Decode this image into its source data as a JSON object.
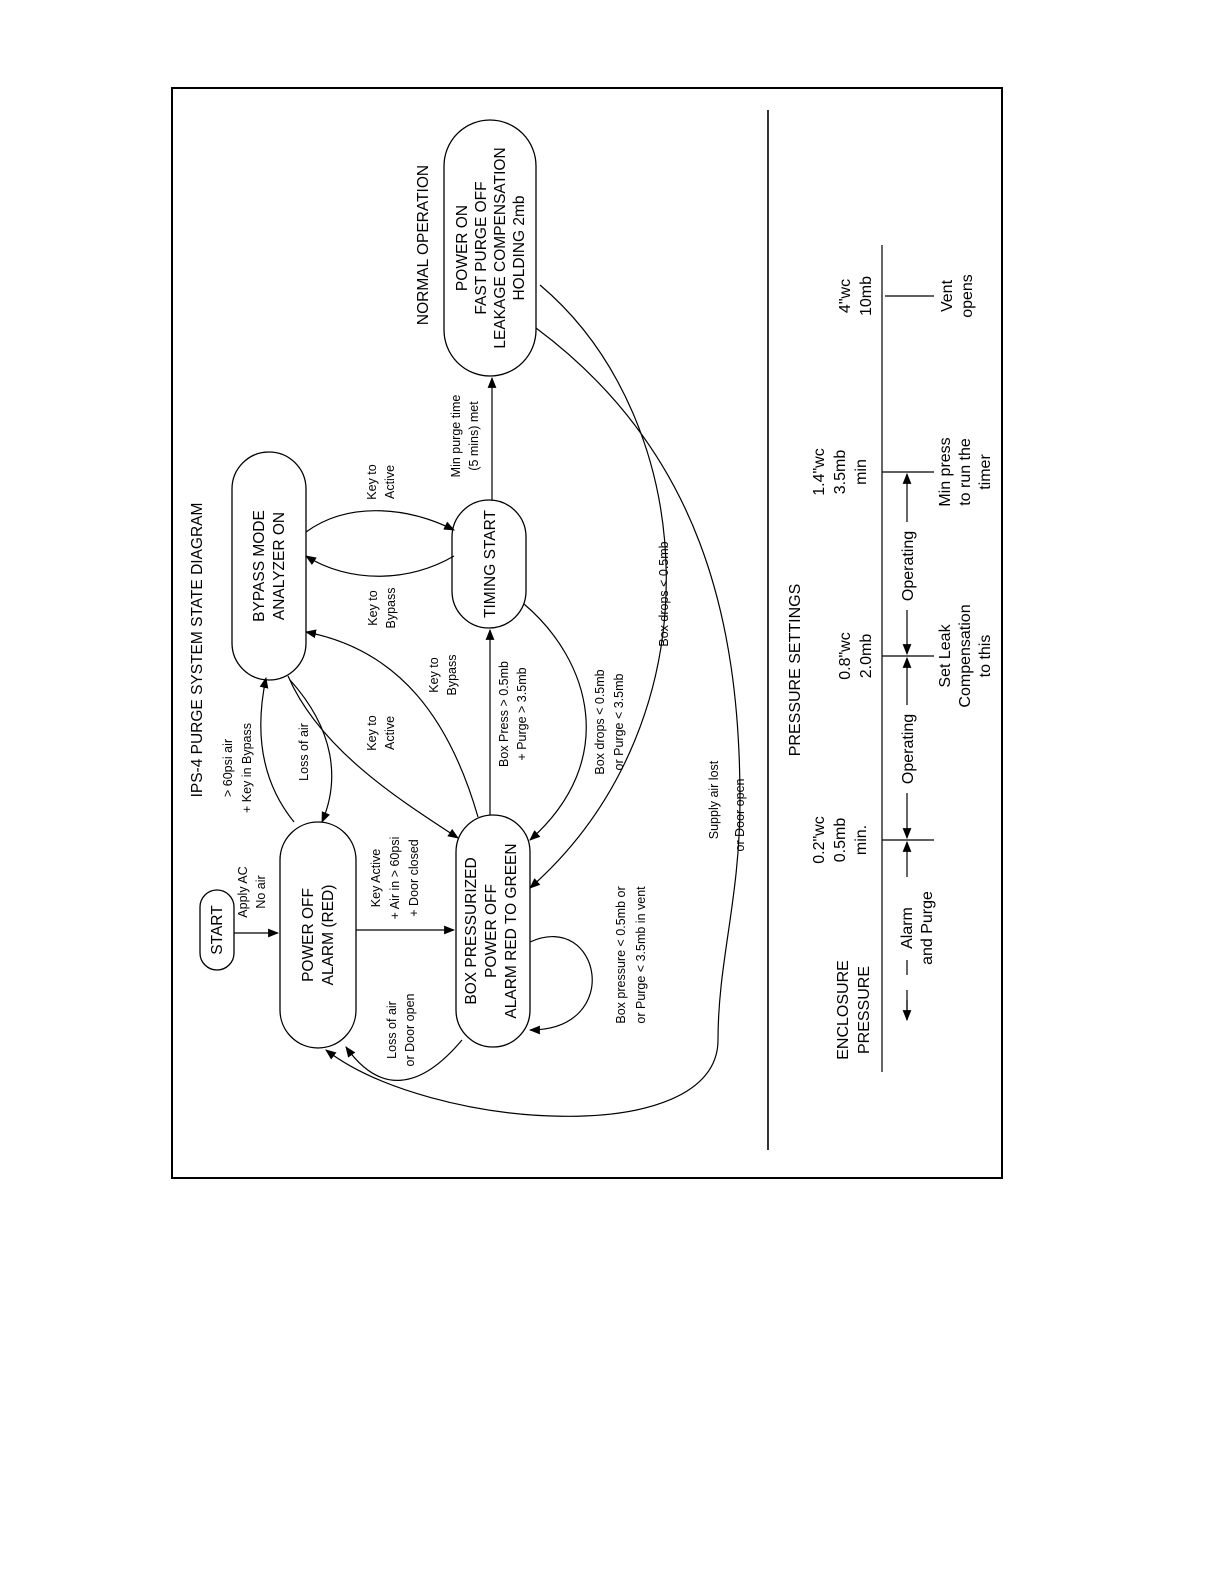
{
  "diagram": {
    "title": "IPS-4 PURGE SYSTEM STATE DIAGRAM",
    "normal_operation_heading": "NORMAL OPERATION",
    "states": {
      "start": "START",
      "power_off_alarm": [
        "POWER OFF",
        "ALARM (RED)"
      ],
      "bypass_mode": [
        "BYPASS MODE",
        "ANALYZER ON"
      ],
      "timing_start": "TIMING START",
      "box_pressurized": [
        "BOX PRESSURIZED",
        "POWER OFF",
        "ALARM RED TO GREEN"
      ],
      "normal_power_on": [
        "POWER ON",
        "FAST PURGE OFF",
        "LEAKAGE COMPENSATION",
        "HOLDING 2mb"
      ]
    },
    "transitions": {
      "apply_ac": [
        "Apply AC",
        "No air"
      ],
      "to_bypass": [
        "> 60psi air",
        "+ Key in Bypass"
      ],
      "loss_of_air": "Loss of air",
      "key_active_air": [
        "Key Active",
        "+ Air in > 60psi",
        "+ Door closed"
      ],
      "loss_air_door": [
        "Loss of air",
        "or Door open"
      ],
      "bypass_key_active": [
        "Key to",
        "Active"
      ],
      "box_key_bypass": [
        "Key to",
        "Bypass"
      ],
      "timing_key_bypass": [
        "Key to",
        "Bypass"
      ],
      "bypass_to_timing": [
        "Key to",
        "Active"
      ],
      "box_to_timing": [
        "Box Press > 0.5mb",
        "+ Purge > 3.5mb"
      ],
      "timing_to_box": [
        "Box drops < 0.5mb",
        "or Purge < 3.5mb"
      ],
      "min_purge": [
        "Min purge time",
        "(5 mins) met"
      ],
      "normal_to_box": "Box drops < 0.5mb",
      "supply_lost": [
        "Supply air lost",
        "or Door open"
      ],
      "self_loop": [
        "Box pressure < 0.5mb or",
        "or Purge < 3.5mb in vent"
      ]
    }
  },
  "pressure": {
    "heading": "PRESSURE SETTINGS",
    "enclosure_label": [
      "ENCLOSURE",
      "PRESSURE"
    ],
    "alarm_purge": [
      "Alarm",
      "and Purge"
    ],
    "operating_1": "Operating",
    "operating_2": "Operating",
    "val_02": [
      "0.2\"wc",
      "0.5mb",
      "min."
    ],
    "val_08": [
      "0.8\"wc",
      "2.0mb"
    ],
    "set_leak": [
      "Set Leak",
      "Compensation",
      "to this"
    ],
    "val_14": [
      "1.4\"wc",
      "3.5mb",
      "min"
    ],
    "min_press": [
      "Min press",
      "to run the",
      "timer"
    ],
    "val_4": [
      "4\"wc",
      "10mb"
    ],
    "vent": [
      "Vent",
      "opens"
    ]
  }
}
